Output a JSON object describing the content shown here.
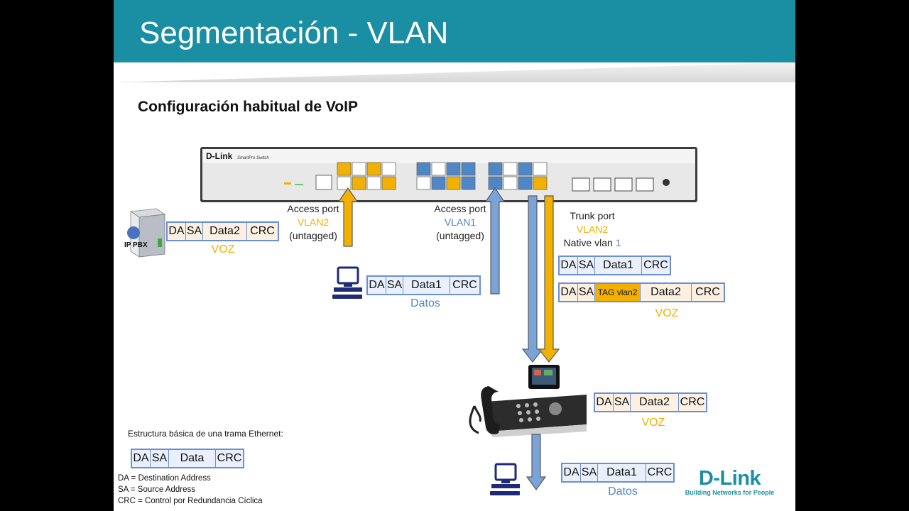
{
  "header": {
    "title": "Segmentación - VLAN"
  },
  "subtitle": "Configuración habitual de VoIP",
  "switch": {
    "brand": "D-Link",
    "model": "SmartPro Switch"
  },
  "pbx": {
    "label": "IP PBX"
  },
  "ports": [
    {
      "line1": "Access port",
      "line2": "VLAN2",
      "line3": "(untagged)"
    },
    {
      "line1": "Access port",
      "line2": "VLAN1",
      "line3": "(untagged)"
    }
  ],
  "trunk": {
    "line1": "Trunk port",
    "line2": "VLAN2",
    "native_text": "Native vlan",
    "native_num": "1"
  },
  "frames": {
    "pbx": [
      "DA",
      "SA",
      "Data2",
      "CRC"
    ],
    "pc1": [
      "DA",
      "SA",
      "Data1",
      "CRC"
    ],
    "trunk1": [
      "DA",
      "SA",
      "Data1",
      "CRC"
    ],
    "trunk2": [
      "DA",
      "SA",
      "TAG vlan2",
      "Data2",
      "CRC"
    ],
    "phone": [
      "DA",
      "SA",
      "Data2",
      "CRC"
    ],
    "pc2": [
      "DA",
      "SA",
      "Data1",
      "CRC"
    ],
    "legend": [
      "DA",
      "SA",
      "Data",
      "CRC"
    ]
  },
  "captions": {
    "voz": "VOZ",
    "datos": "Datos"
  },
  "legend": {
    "title": "Estructura básica de una trama Ethernet:",
    "da": "DA = Destination Address",
    "sa": "SA = Source Address",
    "crc": "CRC = Control por Redundancia Cíclica"
  },
  "logo": {
    "name": "D-Link",
    "slogan": "Building Networks for People"
  },
  "colors": {
    "header": "#1a8fa4",
    "vlan2": "#f2b100",
    "vlan1": "#4f86c6"
  }
}
